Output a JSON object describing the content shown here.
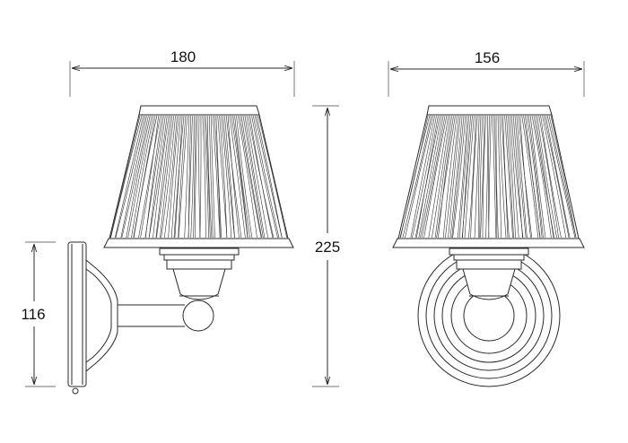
{
  "dimensions": {
    "width_side": "180",
    "width_front": "156",
    "height_total": "225",
    "backplate_height": "116"
  },
  "colors": {
    "line": "#2a2a2a",
    "background": "#ffffff"
  }
}
